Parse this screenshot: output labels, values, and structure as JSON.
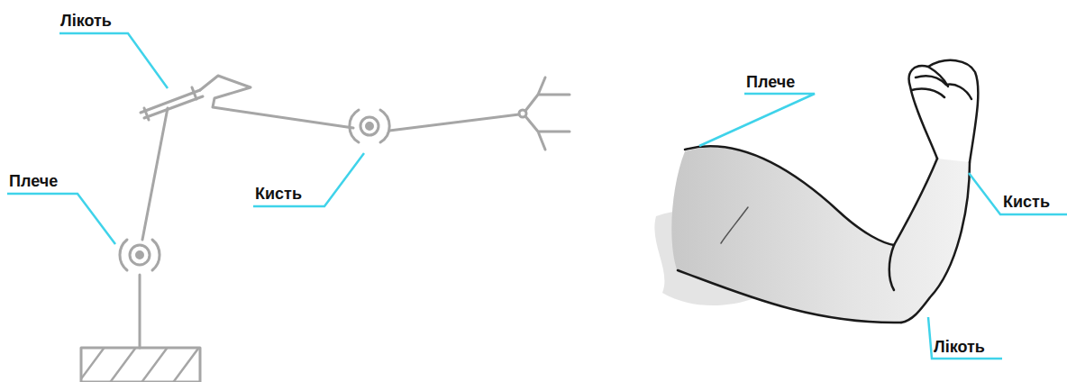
{
  "diagram": {
    "labels": [
      "Лікоть",
      "Плече",
      "Плече",
      "Кисть",
      "Кисть",
      "Лікоть"
    ]
  }
}
